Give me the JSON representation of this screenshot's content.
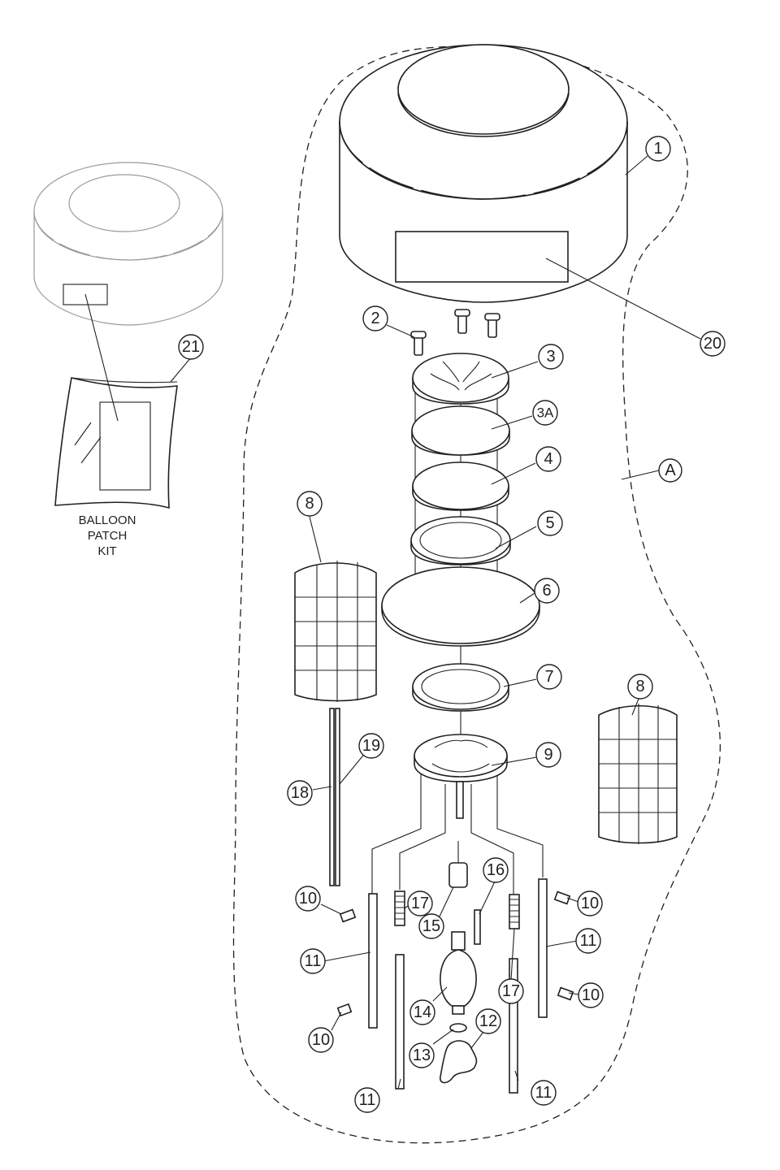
{
  "callouts": {
    "c1": "1",
    "c2": "2",
    "c3": "3",
    "c3a": "3A",
    "c4": "4",
    "c5": "5",
    "c6": "6",
    "c7": "7",
    "c8a": "8",
    "c8b": "8",
    "c9": "9",
    "c10a": "10",
    "c10b": "10",
    "c10c": "10",
    "c10d": "10",
    "c11a": "11",
    "c11b": "11",
    "c11c": "11",
    "c11d": "11",
    "c12": "12",
    "c13": "13",
    "c14": "14",
    "c15": "15",
    "c16": "16",
    "c17a": "17",
    "c17b": "17",
    "c18": "18",
    "c19": "19",
    "c20": "20",
    "c21": "21",
    "cA": "A"
  },
  "patch_kit": {
    "line1": "BALLOON",
    "line2": "PATCH",
    "line3": "KIT"
  }
}
